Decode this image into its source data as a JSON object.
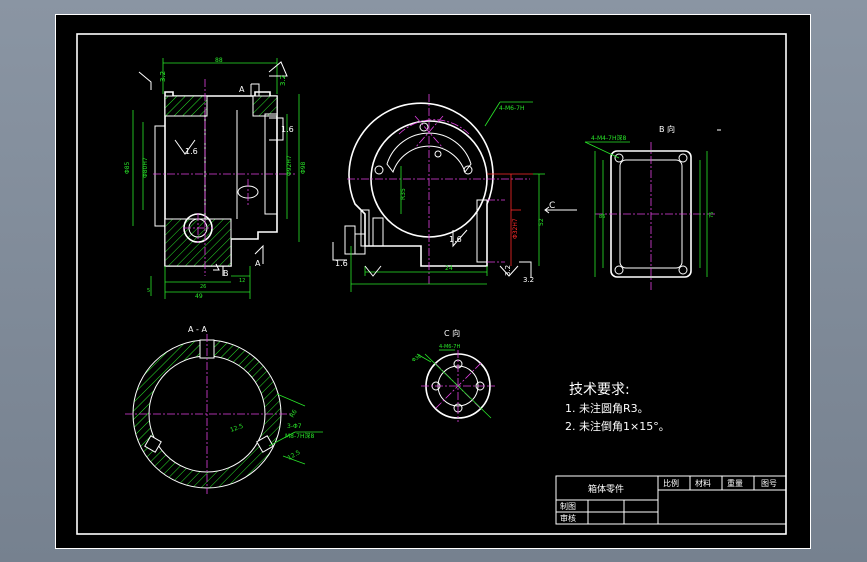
{
  "views": {
    "section_mark_top": "A",
    "section_mark_bottom_left": "B",
    "section_mark_bottom_right": "A",
    "b_view_title": "B 向",
    "aa_section_title": "A - A",
    "c_view_title": "C 向",
    "c_arrow_label": "C"
  },
  "requirements": {
    "heading": "技术要求:",
    "item1": "1. 未注圆角R3。",
    "item2": "2. 未注倒角1×15°。"
  },
  "title_block": {
    "part_name": "箱体零件",
    "col_scale": "比例",
    "col_material": "材料",
    "col_weight": "重量",
    "col_drawing_no": "图号",
    "row_drawn": "制图",
    "row_checked": "审核"
  },
  "dimensions": {
    "ra_top_left": "3.2",
    "ra_top_right": "3.2",
    "ra_right_side": "1.6",
    "ra_inner": "1.6",
    "ra_front_bottom": "1.6",
    "ra_front_left": "1.6",
    "ra_front_r1": "3.2",
    "ra_front_r2": "3.2",
    "b_hole_callout": "4-M4-7H深8",
    "aa_callout_1": "3-Φ7",
    "aa_callout_2": "M8-7H深8",
    "front_callout": "4-M6-7H"
  }
}
